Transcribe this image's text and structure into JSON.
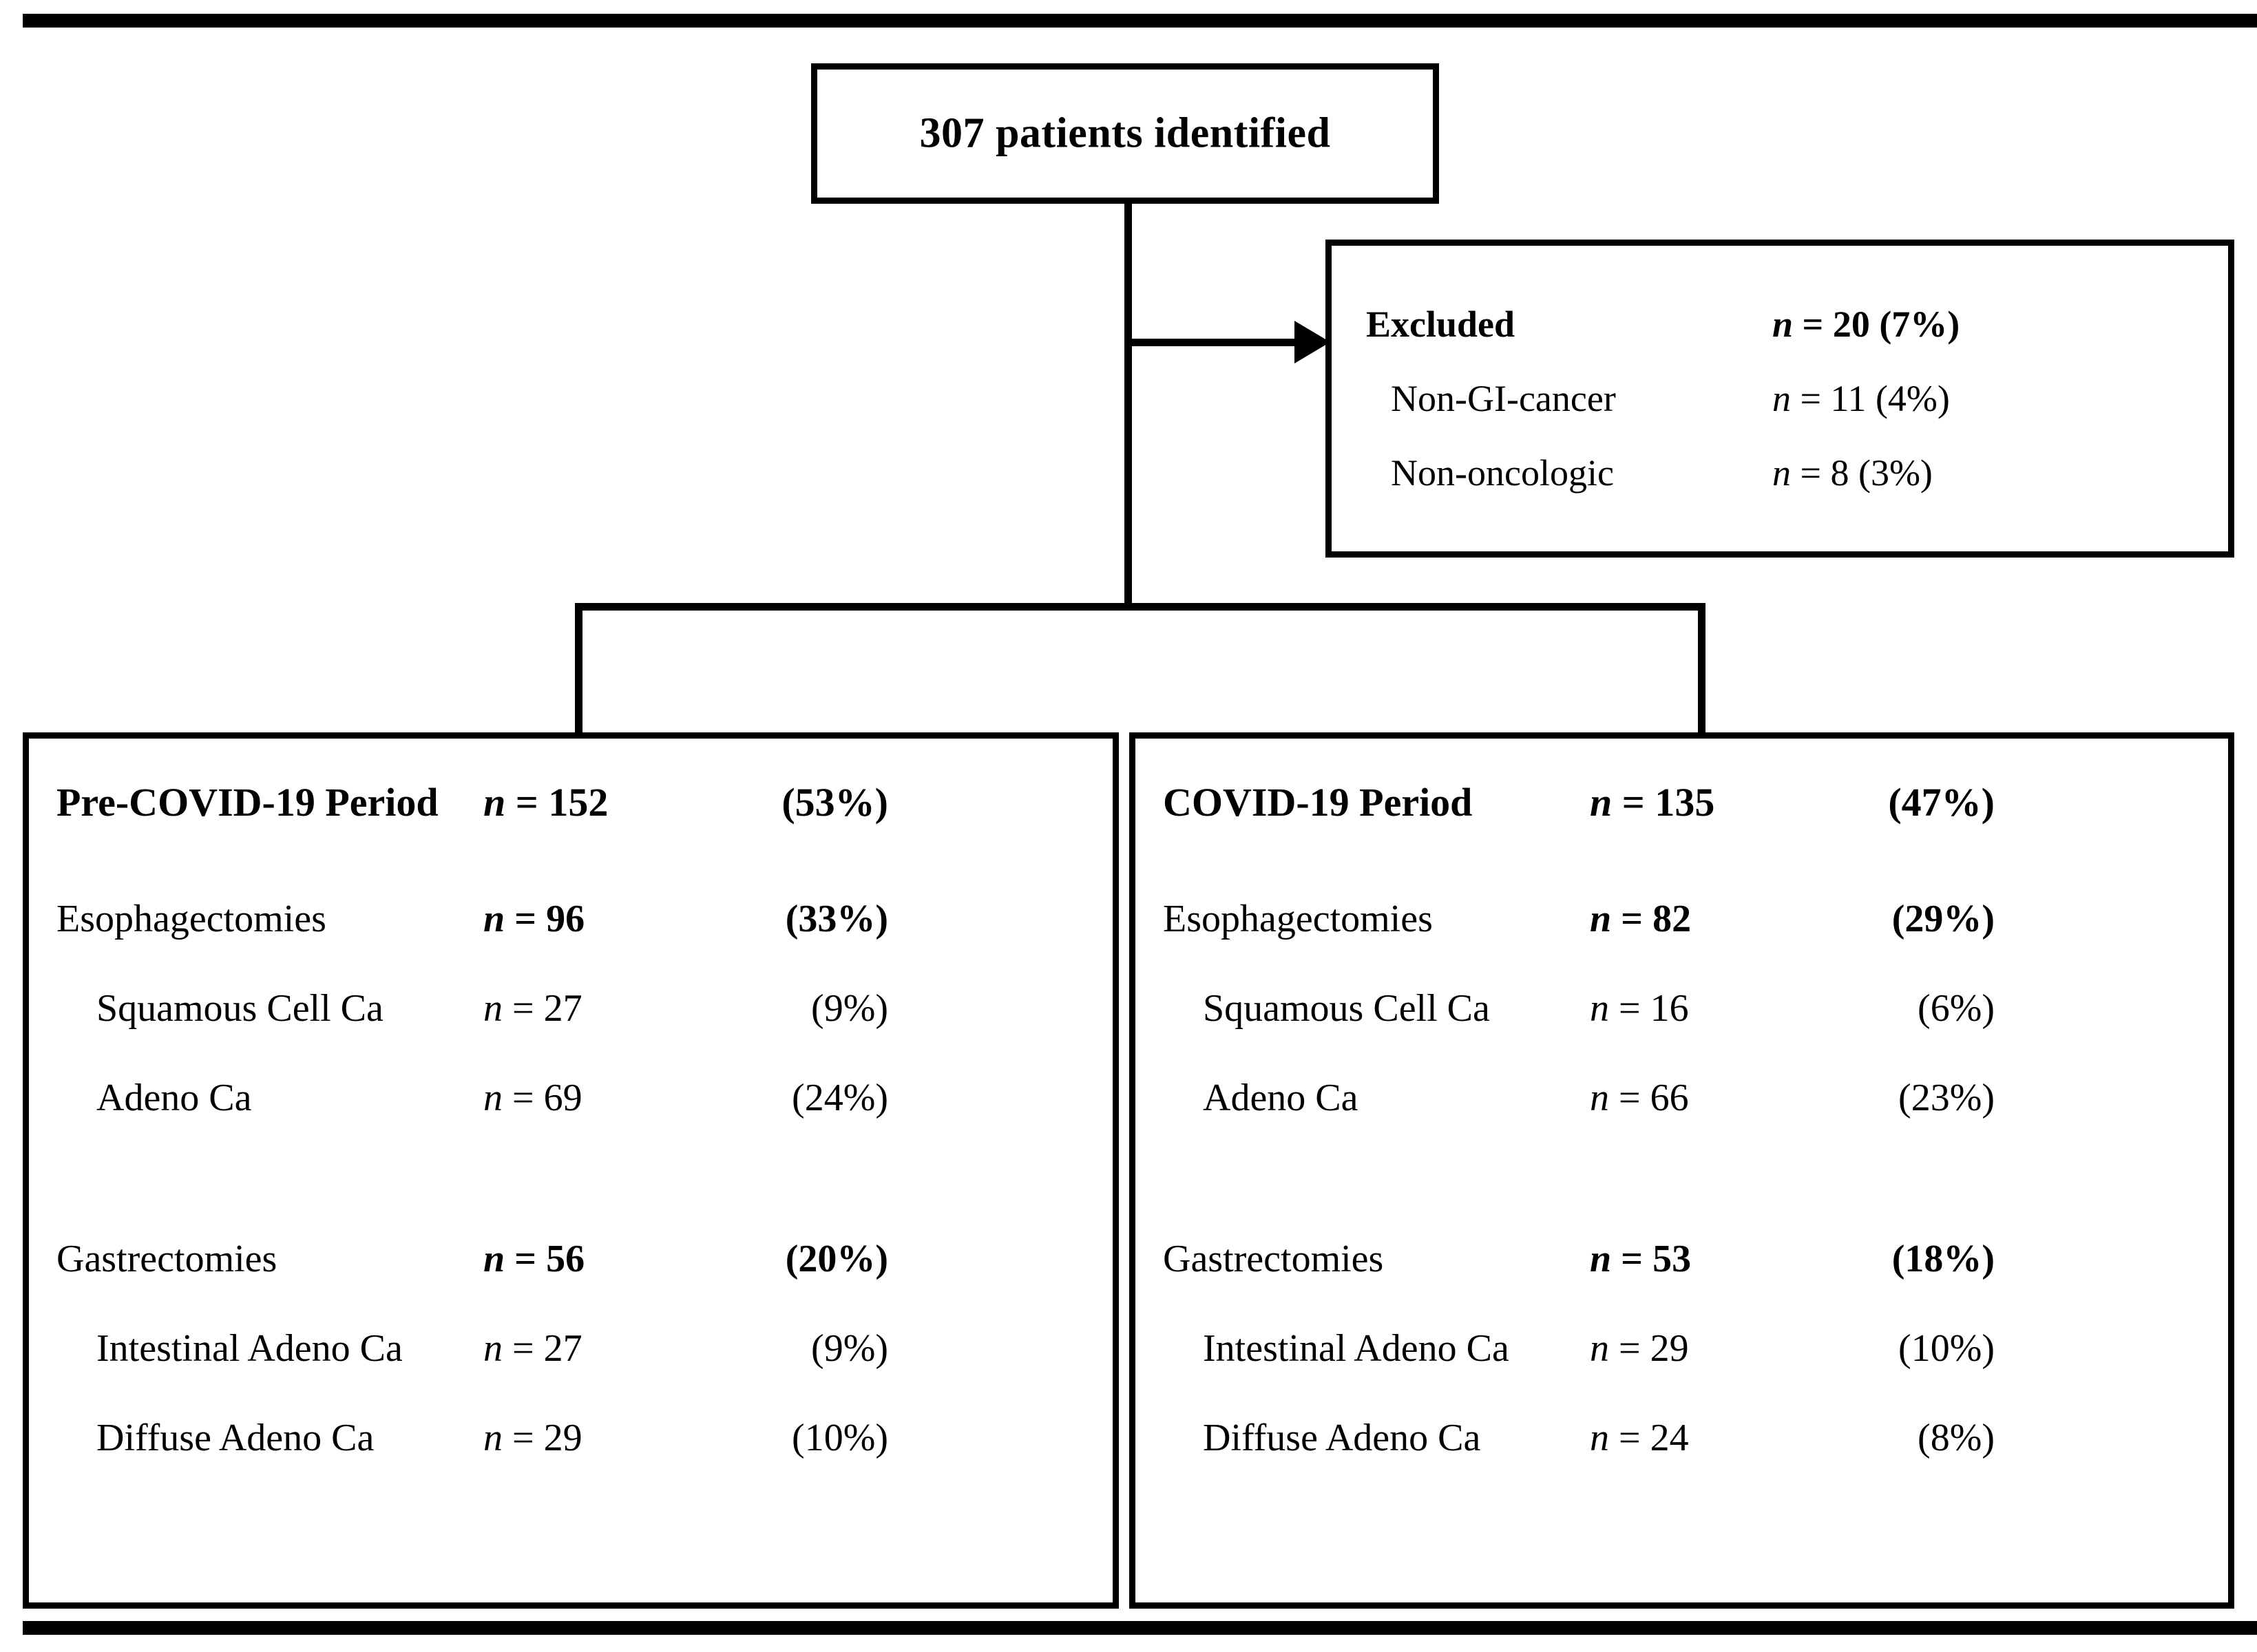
{
  "diagram": {
    "title_box": {
      "label": "307 patients identified"
    },
    "excluded_box": {
      "header": {
        "label": "Excluded",
        "n_prefix": "n",
        "n_eq": "= 20",
        "pct": "(7%)"
      },
      "rows": [
        {
          "label": "Non-GI-cancer",
          "n_prefix": "n",
          "n_eq": "= 11",
          "pct": "(4%)"
        },
        {
          "label": "Non-oncologic",
          "n_prefix": "n",
          "n_eq": "= 8",
          "pct": "(3%)"
        }
      ]
    },
    "panels": [
      {
        "title": {
          "label": "Pre-COVID-19 Period",
          "n_prefix": "n",
          "n_eq": "= 152",
          "pct": "(53%)"
        },
        "groups": [
          {
            "label": "Esophagectomies",
            "n_prefix": "n",
            "n_eq": "= 96",
            "pct": "(33%)",
            "items": [
              {
                "label": "Squamous Cell Ca",
                "n_prefix": "n",
                "n_eq": "= 27",
                "pct": "(9%)"
              },
              {
                "label": "Adeno Ca",
                "n_prefix": "n",
                "n_eq": "= 69",
                "pct": "(24%)"
              }
            ]
          },
          {
            "label": "Gastrectomies",
            "n_prefix": "n",
            "n_eq": "= 56",
            "pct": "(20%)",
            "items": [
              {
                "label": "Intestinal Adeno Ca",
                "n_prefix": "n",
                "n_eq": "= 27",
                "pct": "(9%)"
              },
              {
                "label": "Diffuse Adeno Ca",
                "n_prefix": "n",
                "n_eq": "= 29",
                "pct": "(10%)"
              }
            ]
          }
        ]
      },
      {
        "title": {
          "label": "COVID-19 Period",
          "n_prefix": "n",
          "n_eq": "= 135",
          "pct": "(47%)"
        },
        "groups": [
          {
            "label": "Esophagectomies",
            "n_prefix": "n",
            "n_eq": "= 82",
            "pct": "(29%)",
            "items": [
              {
                "label": "Squamous Cell Ca",
                "n_prefix": "n",
                "n_eq": "= 16",
                "pct": "(6%)"
              },
              {
                "label": "Adeno Ca",
                "n_prefix": "n",
                "n_eq": "= 66",
                "pct": "(23%)"
              }
            ]
          },
          {
            "label": "Gastrectomies",
            "n_prefix": "n",
            "n_eq": "= 53",
            "pct": "(18%)",
            "items": [
              {
                "label": "Intestinal Adeno Ca",
                "n_prefix": "n",
                "n_eq": "= 29",
                "pct": "(10%)"
              },
              {
                "label": "Diffuse Adeno Ca",
                "n_prefix": "n",
                "n_eq": "= 24",
                "pct": "(8%)"
              }
            ]
          }
        ]
      }
    ],
    "colors": {
      "ink": "#000000",
      "paper": "#ffffff"
    }
  }
}
